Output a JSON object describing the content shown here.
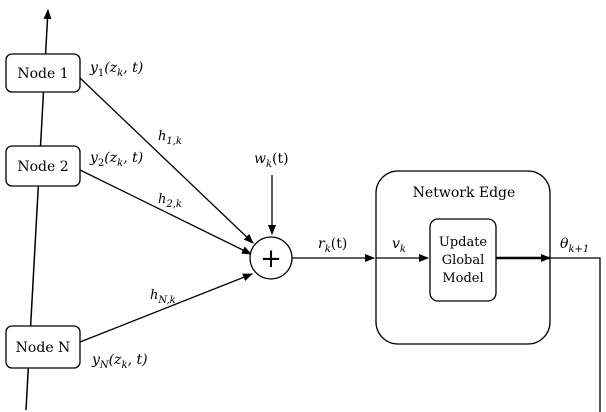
{
  "nodes": {
    "node1": "Node 1",
    "node2": "Node 2",
    "nodeN": "Node N"
  },
  "signals": {
    "y1": {
      "base": "y",
      "sub": "1",
      "arg": "(z",
      "argsub": "k",
      "tail": ", t)"
    },
    "y2": {
      "base": "y",
      "sub": "2",
      "arg": "(z",
      "argsub": "k",
      "tail": ", t)"
    },
    "yN": {
      "base": "y",
      "sub": "N",
      "arg": "(z",
      "argsub": "k",
      "tail": ", t)"
    }
  },
  "channels": {
    "h1": {
      "base": "h",
      "sub": "1,k"
    },
    "h2": {
      "base": "h",
      "sub": "2,k"
    },
    "hN": {
      "base": "h",
      "sub": "N,k"
    }
  },
  "noise": {
    "base": "w",
    "sub": "k",
    "tail": "(t)"
  },
  "sum_symbol": "+",
  "received": {
    "base": "r",
    "sub": "k",
    "tail": "(t)"
  },
  "edge": {
    "title": "Network Edge",
    "input": {
      "base": "v",
      "sub": "k"
    },
    "update_lines": [
      "Update",
      "Global",
      "Model"
    ]
  },
  "output": {
    "base": "θ",
    "sub": "k+1"
  }
}
